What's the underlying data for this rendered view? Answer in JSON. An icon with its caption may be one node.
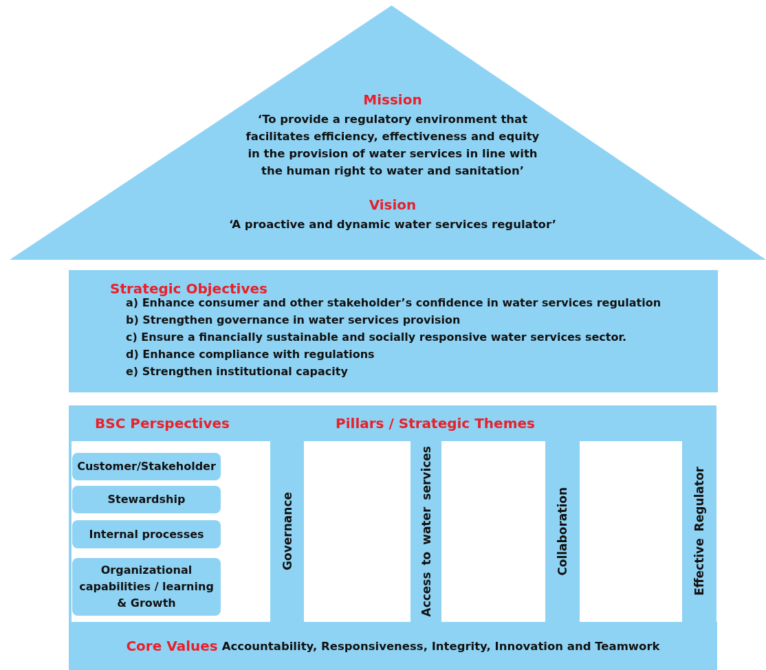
{
  "diagram": {
    "nodes": [
      {
        "text": [
          "Mission",
          "‘To provide a regulatory environment that facilitates efficiency, effectiveness and equity in the provision of water services in line with the human right to water and sanitation’",
          "Vision",
          "‘A proactive and dynamic water services regulator’"
        ]
      },
      {
        "text": [
          "Strategic Objectives",
          "a) Enhance consumer and other stakeholder’s confidence in water services regulation",
          "b) Strengthen governance in water services provision",
          "c) Ensure a financially sustainable and socially responsive water services sector.",
          "d) Enhance compliance with regulations",
          "e) Strengthen institutional capacity"
        ]
      },
      {
        "text": [
          "BSC Perspectives",
          "Pillars / Strategic Themes"
        ]
      },
      {
        "text": [
          "Customer/Stakeholder"
        ]
      },
      {
        "text": [
          "Stewardship"
        ]
      },
      {
        "text": [
          "Internal processes"
        ]
      },
      {
        "text": [
          "Organizational capabilities / learning & Growth"
        ]
      },
      {
        "text": [
          "Governance"
        ]
      },
      {
        "text": [
          "Access to water services"
        ]
      },
      {
        "text": [
          "Collaboration"
        ]
      },
      {
        "text": [
          "Effective Regulator"
        ]
      },
      {
        "text": [
          "Core Values",
          "Accountability, Responsiveness, Integrity, Innovation and Teamwork"
        ]
      }
    ],
    "edges": []
  }
}
